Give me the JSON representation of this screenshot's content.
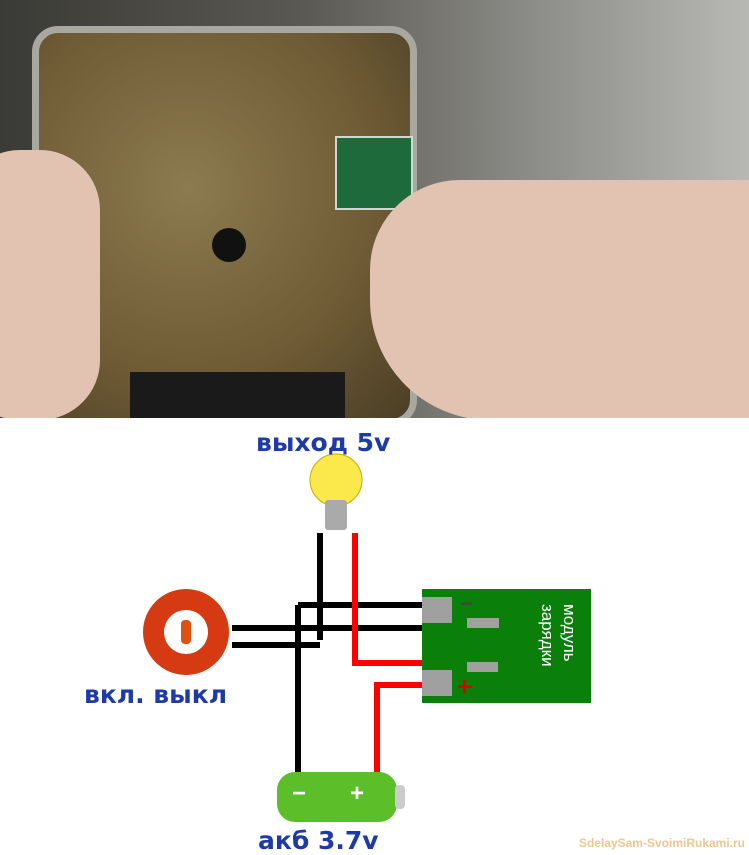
{
  "labels": {
    "output": "выход 5v",
    "switch": "вкл. выкл",
    "battery": "акб 3.7v",
    "module": "модуль зарядки",
    "minus": "−",
    "plus": "+",
    "battery_minus": "−",
    "battery_plus": "+"
  },
  "watermark": "SdelaySam-SvoimiRukami.ru",
  "colors": {
    "wire_black": "#000000",
    "wire_red": "#ff0000",
    "module": "#0a7f0a",
    "label": "#1e3aa8"
  }
}
